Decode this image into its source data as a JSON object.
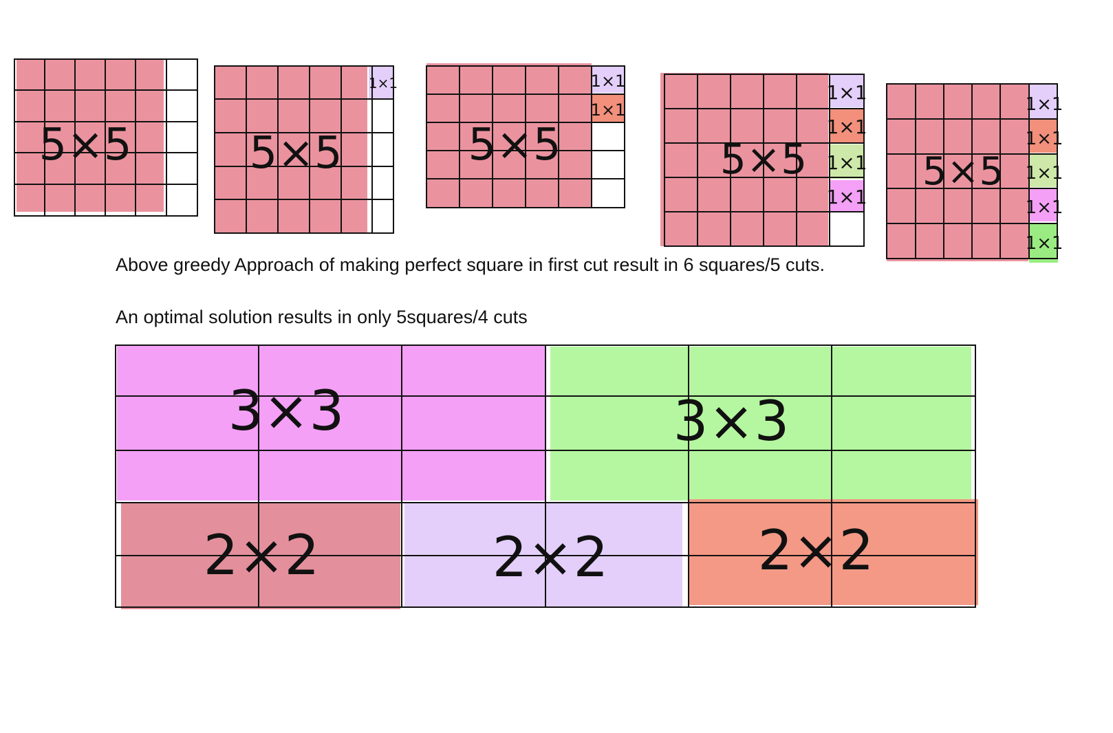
{
  "colors": {
    "red_fill": "#e88b98",
    "lavender_fill": "#e3cffa",
    "salmon_fill": "#f2907c",
    "light_green_fill": "#cde8a8",
    "magenta_fill": "#f4a0f6",
    "green_fill": "#b5f7a0",
    "pink_fill": "#e3909c",
    "grid_line": "#111111"
  },
  "greedy_steps": [
    {
      "big_label": "5×5",
      "unit_labels": []
    },
    {
      "big_label": "5×5",
      "unit_labels": [
        "1×1"
      ]
    },
    {
      "big_label": "5×5",
      "unit_labels": [
        "1×1",
        "1×1"
      ]
    },
    {
      "big_label": "5×5",
      "unit_labels": [
        "1×1",
        "1×1",
        "1×1",
        "1×1"
      ]
    },
    {
      "big_label": "5×5",
      "unit_labels": [
        "1×1",
        "1×1",
        "1×1",
        "1×1",
        "1×1"
      ]
    }
  ],
  "captions": {
    "greedy": "Above greedy Approach of making perfect square in first cut result in 6 squares/5 cuts.",
    "optimal": "An optimal solution results in only 5squares/4 cuts"
  },
  "optimal_blocks": [
    {
      "label": "3×3",
      "color": "magenta"
    },
    {
      "label": "3×3",
      "color": "green"
    },
    {
      "label": "2×2",
      "color": "pink"
    },
    {
      "label": "2×2",
      "color": "lavender"
    },
    {
      "label": "2×2",
      "color": "salmon"
    }
  ]
}
